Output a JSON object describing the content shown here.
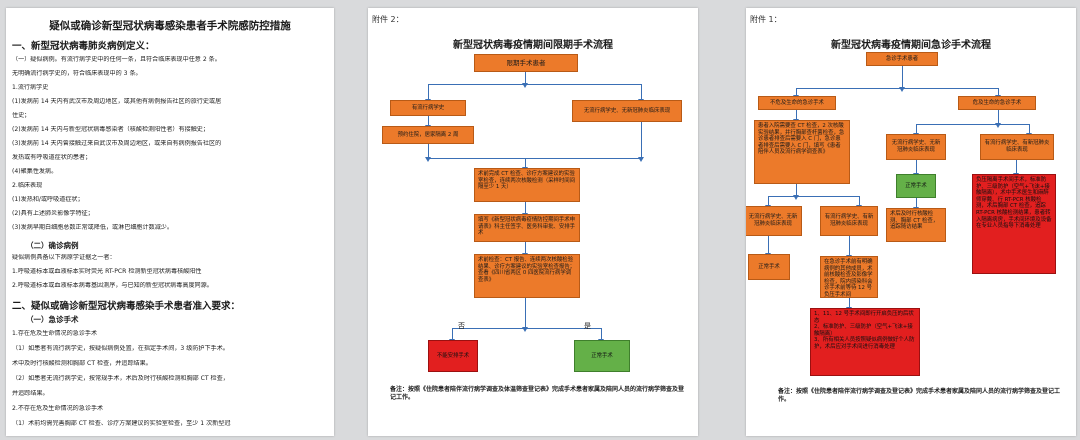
{
  "doc": {
    "title": "疑似或确诊新型冠状病毒感染患者手术院感防控措施",
    "sec1": "一、新型冠状病毒肺炎病例定义：",
    "lines1": [
      "（一）疑似病例。有流行病学史中的任何一条，且符合临床表现中任意 2 条。",
      "无明确流行病学史的，符合临床表现中的 3 条。",
      "1.流行病学史",
      "(1)发病前 14 天内有武汉市及周边地区，或其他有病例报告社区的旅行史或居",
      "住史；",
      "(2)发病前 14 天内与新型冠状病毒感染者（核酸检测阳性者）有接触史；",
      "(3)发病前 14 天内曾接触过来自武汉市及周边地区，或来自有病例报告社区的",
      "发热或有呼吸道症状的患者；",
      "(4)聚集性发病。",
      "2.临床表现",
      "(1)发热和/或呼吸道症状；",
      "(2)具有上述肺炎影像学特征；",
      "(3)发病早期白细胞总数正常或降低，或淋巴细胞计数减少。"
    ],
    "sec1b": "（二）确诊病例",
    "lines2": [
      "疑似病例具备以下病原学证据之一者：",
      "1.呼吸道标本或血液标本实时荧光 RT-PCR 检测新型冠状病毒核酸阳性",
      "2.呼吸道标本或血液标本病毒基因测序，与已知的新型冠状病毒高度同源。"
    ],
    "sec2": "二、疑似或确诊新型冠状病毒感染手术患者准入要求：",
    "sec2a": "（一）急诊手术",
    "lines3": [
      "1.存在危及生命情况的急诊手术",
      "（1）如患者有流行病学史，按疑似病例处置，在指定手术间，3 级防护下手术。",
      "术中及时行核酸检测和胸部 CT 检查，并追踪结果。",
      "（2）如患者无流行病学史，按常规手术，术后及时行核酸检测和胸部 CT 检查，",
      "并追踪结果。",
      "2.不存在危及生命情况的急诊手术",
      "（1）术前均需完善胸部 CT 检查、诊疗方案建议的实验室检查，至少 1 次新型冠"
    ]
  },
  "flow2": {
    "annex": "附件 2：",
    "title": "新型冠状病毒疫情期间限期手术流程",
    "start": "限期手术患者",
    "left": "有流行病学史",
    "right": "无流行病学史、无新冠肺炎临床表现",
    "isolate": "预约住院，居家隔离 2 周",
    "exam": "术前完成 CT 检查、诊疗方案建议的实验室检查，连续两次核酸检测（采样时间间隔至少 1 天）",
    "form": "填写《新型冠状病毒疫情防控期间手术申请表》科主任签字、医务科审批、安排手术",
    "pre": "术前检查：CT 报告、连续两次核酸检验结果、诊疗方案建议的实验室检查报告；查看《四川省两区 0 四医院流行病学调查表》",
    "no": "否",
    "yes": "是",
    "stop": "不能安排手术",
    "ok": "正常手术",
    "note": "备注：按照《住院患者陪伴流行病学调查及体温筛查登记表》完成手术患者家属及陪同人员的流行病学筛查及登记工作。"
  },
  "flow3": {
    "annex": "附件 1：",
    "title": "新型冠状病毒疫情期间急诊手术流程",
    "start": "急诊手术患者",
    "a": "不危及生命的急诊手术",
    "b": "危及生命的急诊手术",
    "a1": "患者入院需要查 CT 检查，2 次核酸实验结果，并行胸部查杆菌检查，急诊患者排查后需要入 C 门，急诊患者排查后需要入 C 门，填写《患者陪伴人员及流行病学调查表》",
    "b1": "无流行病学史、无新冠肺炎临床表现",
    "b2": "有流行病学史、有新冠肺炎临床表现",
    "b1a": "正常手术",
    "b1b": "术后及时行核酸检测、胸部 CT 检查，追踪随访结果",
    "b2a": "负压隔离手术间手术，标准防护、三级防护（空气+飞沫+接触隔离），术中手术医生和麻醉师穿戴、行 RT-PCR 核酸检测，术后胸部 CT 检查，追踪 RT-PCR 核酸检测结果，患者转入隔离病房，手术间环境及设备在专业人员指导下消毒处理",
    "a2": "无流行病学史、无新冠肺炎临床表现",
    "a3": "有流行病学史、有新冠肺炎临床表现",
    "a2a": "正常手术",
    "a3a": "在急诊手术前有明确病例的其他成员，术前核酸检查及影像学检查，院内感染科会诊手术前等待 12 号负压手术间",
    "a3b": "1、11、12 号手术间即行开启负压的后状态\n2、标准防护、三级防护（空气+飞沫+接触隔离）\n3、所有相关人员按照疑似病例做好个人防护，术后应对手术间进行消毒处理",
    "note": "备注：按照《住院患者陪伴流行病学调查及登记表》完成手术患者家属及陪同人员的流行病学筛查及登记工作。"
  }
}
